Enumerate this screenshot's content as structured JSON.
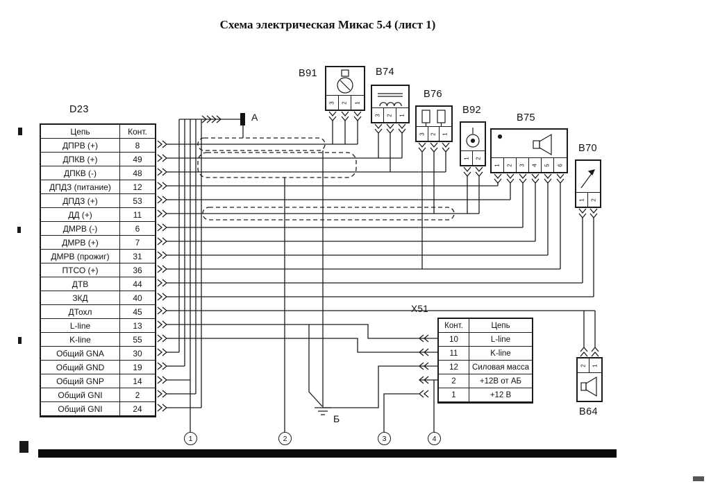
{
  "title": "Схема электрическая Микас 5.4 (лист 1)",
  "points": {
    "a": "А",
    "b": "Б"
  },
  "bottom_markers": [
    "1",
    "2",
    "3",
    "4"
  ],
  "d23": {
    "label": "D23",
    "headers": {
      "circuit": "Цепь",
      "pin": "Конт."
    },
    "rows": [
      {
        "circuit": "ДПРВ (+)",
        "pin": "8"
      },
      {
        "circuit": "ДПКВ (+)",
        "pin": "49"
      },
      {
        "circuit": "ДПКВ (-)",
        "pin": "48"
      },
      {
        "circuit": "ДПДЗ (питание)",
        "pin": "12"
      },
      {
        "circuit": "ДПДЗ (+)",
        "pin": "53"
      },
      {
        "circuit": "ДД (+)",
        "pin": "11"
      },
      {
        "circuit": "ДМРВ (-)",
        "pin": "6"
      },
      {
        "circuit": "ДМРВ (+)",
        "pin": "7"
      },
      {
        "circuit": "ДМРВ (прожиг)",
        "pin": "31"
      },
      {
        "circuit": "ПТСО (+)",
        "pin": "36"
      },
      {
        "circuit": "ДТВ",
        "pin": "44"
      },
      {
        "circuit": "ЗКД",
        "pin": "40"
      },
      {
        "circuit": "ДТохл",
        "pin": "45"
      },
      {
        "circuit": "L-line",
        "pin": "13"
      },
      {
        "circuit": "K-line",
        "pin": "55"
      },
      {
        "circuit": "Общий GNA",
        "pin": "30"
      },
      {
        "circuit": "Общий GND",
        "pin": "19"
      },
      {
        "circuit": "Общий GNP",
        "pin": "14"
      },
      {
        "circuit": "Общий GNI",
        "pin": "2"
      },
      {
        "circuit": "Общий GNI",
        "pin": "24"
      }
    ]
  },
  "x51": {
    "label": "X51",
    "headers": {
      "pin": "Конт.",
      "circuit": "Цепь"
    },
    "rows": [
      {
        "pin": "10",
        "circuit": "L-line"
      },
      {
        "pin": "11",
        "circuit": "K-line"
      },
      {
        "pin": "12",
        "circuit": "Силовая масса"
      },
      {
        "pin": "2",
        "circuit": "+12В от АБ"
      },
      {
        "pin": "1",
        "circuit": "+12 В"
      }
    ]
  },
  "components": {
    "b91": {
      "label": "B91",
      "pins": [
        "3",
        "2",
        "1"
      ]
    },
    "b74": {
      "label": "B74",
      "pins": [
        "3",
        "2",
        "1"
      ]
    },
    "b76": {
      "label": "B76",
      "pins": [
        "3",
        "2",
        "1"
      ]
    },
    "b92": {
      "label": "B92",
      "pins": [
        "1",
        "2"
      ]
    },
    "b75": {
      "label": "B75",
      "pins": [
        "1",
        "2",
        "3",
        "4",
        "5",
        "6"
      ]
    },
    "b70": {
      "label": "B70",
      "pins": [
        "1",
        "2"
      ]
    },
    "b64": {
      "label": "B64",
      "pins": [
        "2",
        "1"
      ]
    }
  },
  "colors": {
    "line": "#1a1a1a",
    "paper": "#ffffff"
  }
}
